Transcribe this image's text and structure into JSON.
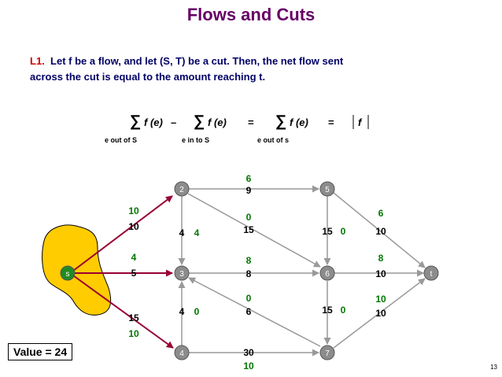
{
  "title": "Flows and Cuts",
  "lemma": {
    "label": "L1.",
    "line1": "Let f be a flow, and let (S, T) be a cut.  Then, the net flow sent",
    "line2": "across the cut is equal to the amount reaching t."
  },
  "formula": {
    "sum_symbol": "∑",
    "term1": "f (e)",
    "minus": "–",
    "term2": "f (e)",
    "equals": "=",
    "term3": "f (e)",
    "equals2": "=",
    "rhs": "f",
    "sub1": "e out of S",
    "sub2": "e in to S",
    "sub3": "e out of s"
  },
  "nodes": [
    "s",
    "2",
    "3",
    "4",
    "5",
    "6",
    "7",
    "t"
  ],
  "edge_labels": {
    "s2_flow": "10",
    "s2_cap": "10",
    "s3_flow": "4",
    "s3_cap": "5",
    "s4_cap": "15",
    "s4_flow": "10",
    "n25_flow": "6",
    "n25_cap": "9",
    "n26_flow": "0",
    "n26_cap": "15",
    "n23_cap": "4",
    "n23_flow": "4",
    "n36_flow": "8",
    "n36_cap": "8",
    "n63_flow": "0",
    "n63_cap": "6",
    "n43_cap": "4",
    "n43_flow": "0",
    "n47_cap": "30",
    "n47_flow": "10",
    "n56_cap": "15",
    "n56_flow": "0",
    "n5t_flow": "6",
    "n5t_cap": "10",
    "n6t_flow": "8",
    "n6t_cap": "10",
    "n67_cap": "15",
    "n67_flow": "0",
    "n7t_flow": "10",
    "n7t_cap": "10"
  },
  "value_label": "Value = 24",
  "page_number": "13",
  "colors": {
    "title": "#660066",
    "lemma_text": "#000066",
    "lemma_label": "#cc0000",
    "flow": "#007700",
    "capacity": "#000000",
    "saturated_edge": "#990033",
    "edge": "#999999",
    "node_fill": "#8c8c8c",
    "source_fill": "#228b22",
    "cut_fill": "#ffcc00"
  }
}
